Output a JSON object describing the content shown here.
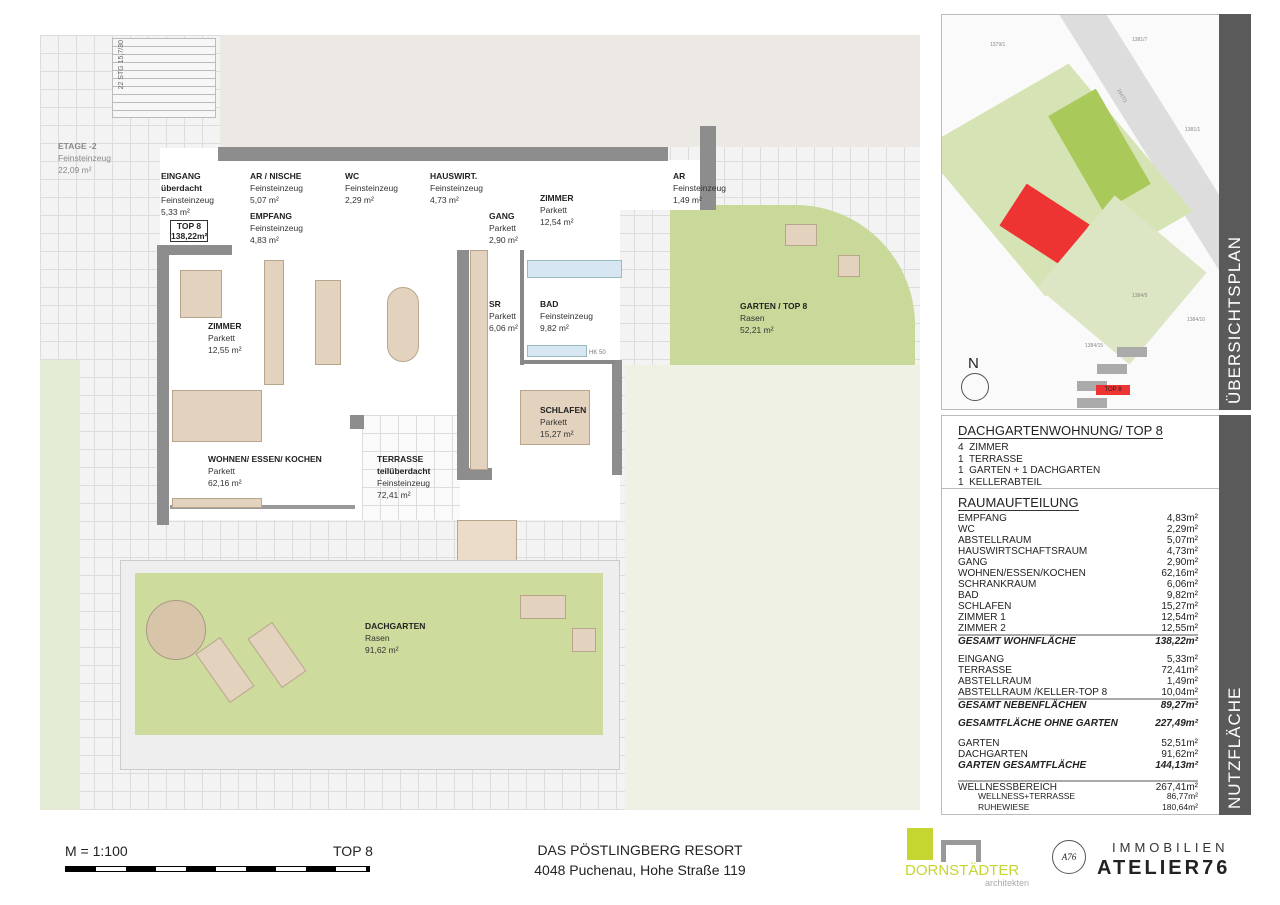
{
  "plan": {
    "rooms": [
      {
        "name": "ETAGE -2",
        "floor": "Feinsteinzeug",
        "area": "22,09 m²"
      },
      {
        "name": "EINGANG",
        "sub": "überdacht",
        "floor": "Feinsteinzeug",
        "area": "5,33 m²"
      },
      {
        "name": "AR / NISCHE",
        "floor": "Feinsteinzeug",
        "area": "5,07 m²"
      },
      {
        "name": "WC",
        "floor": "Feinsteinzeug",
        "area": "2,29 m²"
      },
      {
        "name": "HAUSWIRT.",
        "floor": "Feinsteinzeug",
        "area": "4,73 m²"
      },
      {
        "name": "ZIMMER",
        "floor": "Parkett",
        "area": "12,54 m²"
      },
      {
        "name": "AR",
        "floor": "Feinsteinzeug",
        "area": "1,49 m²"
      },
      {
        "name": "EMPFANG",
        "floor": "Feinsteinzeug",
        "area": "4,83 m²"
      },
      {
        "name": "GANG",
        "floor": "Parkett",
        "area": "2,90 m²"
      },
      {
        "name": "ZIMMER",
        "floor": "Parkett",
        "area": "12,55 m²"
      },
      {
        "name": "SR",
        "floor": "Parkett",
        "area": "6,06 m²"
      },
      {
        "name": "BAD",
        "floor": "Feinsteinzeug",
        "area": "9,82 m²"
      },
      {
        "name": "SCHLAFEN",
        "floor": "Parkett",
        "area": "15,27 m²"
      },
      {
        "name": "WOHNEN/ ESSEN/ KOCHEN",
        "floor": "Parkett",
        "area": "62,16 m²"
      },
      {
        "name": "TERRASSE",
        "sub": "teilüberdacht",
        "floor": "Feinsteinzeug",
        "area": "72,41 m²"
      },
      {
        "name": "GARTEN / TOP 8",
        "floor": "Rasen",
        "area": "52,21 m²"
      },
      {
        "name": "DACHGARTEN",
        "floor": "Rasen",
        "area": "91,62 m²"
      }
    ],
    "top_badge": {
      "label": "TOP 8",
      "area": "138,22m²"
    },
    "stair_label": "22 STG 15,7/30",
    "hk_label": "HK 50"
  },
  "overview": {
    "title": "ÜBERSICHTSPLAN",
    "north": "N",
    "top_label": "TOP 8",
    "parcels": [
      "1379/1",
      "1381/7",
      "1381/1",
      "1547/1",
      "1384/9",
      "1384/10",
      "1384/15"
    ],
    "colors": {
      "highlight": "#ee3333",
      "green": "#a9c95a"
    }
  },
  "nutzflaeche": {
    "side_title": "NUTZFLÄCHE",
    "title": "DACHGARTENWOHNUNG/ TOP 8",
    "features": [
      "4  ZIMMER",
      "1  TERRASSE",
      "1  GARTEN + 1 DACHGARTEN",
      "1  KELLERABTEIL"
    ],
    "section": "RAUMAUFTEILUNG",
    "rows": [
      {
        "label": "EMPFANG",
        "value": "4,83m²"
      },
      {
        "label": "WC",
        "value": "2,29m²"
      },
      {
        "label": "ABSTELLRAUM",
        "value": "5,07m²"
      },
      {
        "label": "HAUSWIRTSCHAFTSRAUM",
        "value": "4,73m²"
      },
      {
        "label": "GANG",
        "value": "2,90m²"
      },
      {
        "label": "WOHNEN/ESSEN/KOCHEN",
        "value": "62,16m²"
      },
      {
        "label": "SCHRANKRAUM",
        "value": "6,06m²"
      },
      {
        "label": "BAD",
        "value": "9,82m²"
      },
      {
        "label": "SCHLAFEN",
        "value": "15,27m²"
      },
      {
        "label": "ZIMMER 1",
        "value": "12,54m²"
      },
      {
        "label": "ZIMMER 2",
        "value": "12,55m²"
      },
      {
        "label": "GESAMT WOHNFLÄCHE",
        "value": "138,22m²",
        "type": "tot"
      },
      {
        "gap": true
      },
      {
        "label": "EINGANG",
        "value": "5,33m²"
      },
      {
        "label": "TERRASSE",
        "value": "72,41m²"
      },
      {
        "label": "ABSTELLRAUM",
        "value": "1,49m²"
      },
      {
        "label": "ABSTELLRAUM /KELLER-TOP 8",
        "value": "10,04m²"
      },
      {
        "label": "GESAMT NEBENFLÄCHEN",
        "value": "89,27m²",
        "type": "tot"
      },
      {
        "gap": true
      },
      {
        "label": "GESAMTFLÄCHE OHNE GARTEN",
        "value": "227,49m²",
        "type": "bold"
      },
      {
        "gap": true
      },
      {
        "label": "GARTEN",
        "value": "52,51m²"
      },
      {
        "label": "DACHGARTEN",
        "value": "91,62m²"
      },
      {
        "label": "GARTEN GESAMTFLÄCHE",
        "value": "144,13m²",
        "type": "bold"
      },
      {
        "gap": true
      },
      {
        "label": "WELLNESSBEREICH",
        "value": "267,41m²",
        "type": "line"
      },
      {
        "label": "WELLNESS+TERRASSE",
        "value": "86,77m²",
        "type": "ind"
      },
      {
        "label": "RUHEWIESE",
        "value": "180,64m²",
        "type": "ind"
      }
    ]
  },
  "footer": {
    "scale": "M = 1:100",
    "unit": "TOP 8",
    "project": "DAS PÖSTLINGBERG RESORT",
    "address": "4048 Puchenau, Hohe Straße 119"
  },
  "logos": {
    "dornstaedter": "DORNSTÄDTER",
    "dornstaedter_sub": "architekten",
    "atelier_top": "IMMOBILIEN",
    "atelier": "ATELIER76",
    "seal": "A76"
  }
}
